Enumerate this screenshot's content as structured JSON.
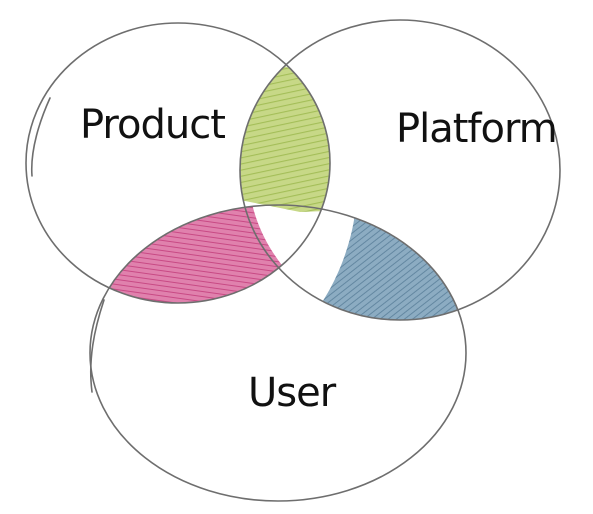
{
  "diagram": {
    "sets": [
      {
        "id": "product",
        "label": "Product"
      },
      {
        "id": "platform",
        "label": "Platform"
      },
      {
        "id": "user",
        "label": "User"
      }
    ],
    "overlaps": [
      {
        "sets": [
          "product",
          "platform"
        ],
        "color": "#b5cc6a"
      },
      {
        "sets": [
          "product",
          "user"
        ],
        "color": "#d45a93"
      },
      {
        "sets": [
          "platform",
          "user"
        ],
        "color": "#6f94ae"
      }
    ],
    "outline_color": "#6e6e6e"
  }
}
